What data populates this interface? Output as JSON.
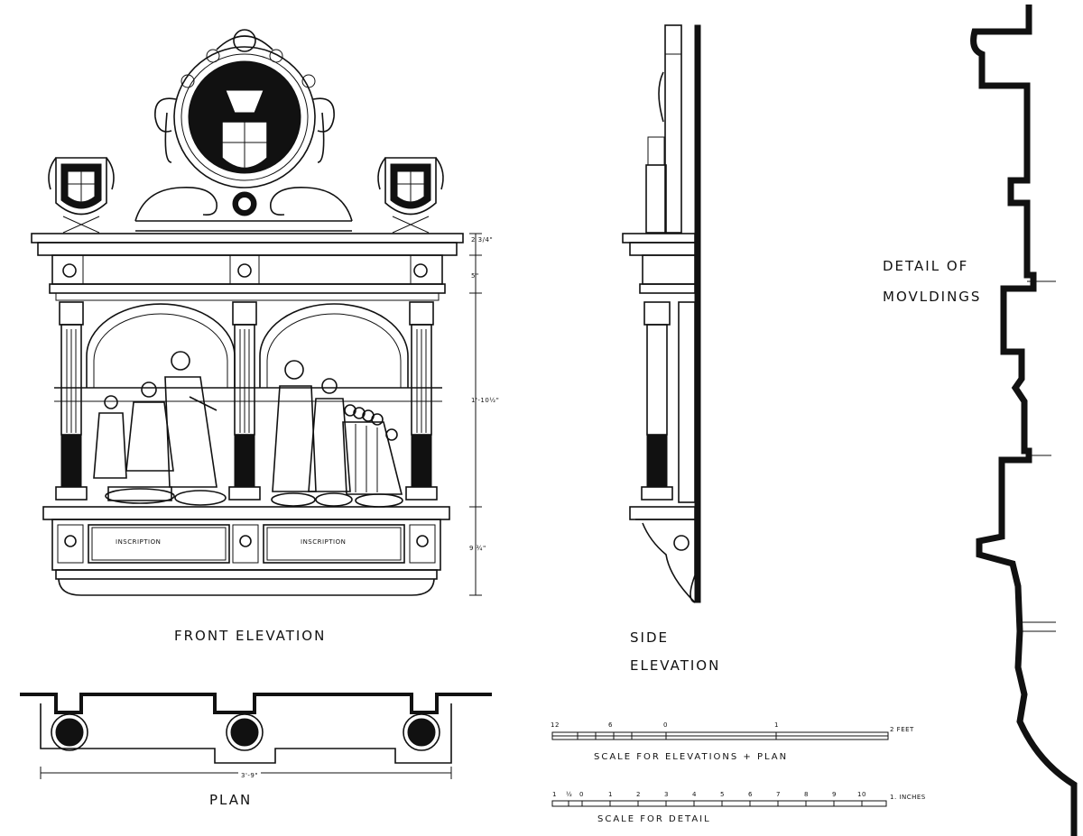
{
  "titles": {
    "front_elevation": "FRONT ELEVATION",
    "side_elevation_1": "SIDE",
    "side_elevation_2": "ELEVATION",
    "detail_1": "DETAIL OF",
    "detail_2": "MOVLDINGS",
    "plan": "PLAN"
  },
  "inscriptions": [
    "INSCRIPTION",
    "INSCRIPTION"
  ],
  "dimensions": {
    "d1": "2 3/4\"",
    "d2": "5\"",
    "d3": "1'-10½\"",
    "d4": "9 ¾\"",
    "plan_width": "3'-9\""
  },
  "scale_elev": {
    "ticks": [
      "12",
      "6",
      "0",
      "1",
      "2 FEET"
    ],
    "caption": "SCALE FOR ELEVATIONS + PLAN"
  },
  "scale_detail": {
    "ticks": [
      "1",
      "½",
      "0",
      "1",
      "2",
      "3",
      "4",
      "5",
      "6",
      "7",
      "8",
      "9",
      "10",
      "1. INCHES"
    ],
    "caption": "SCALE FOR DETAIL"
  }
}
